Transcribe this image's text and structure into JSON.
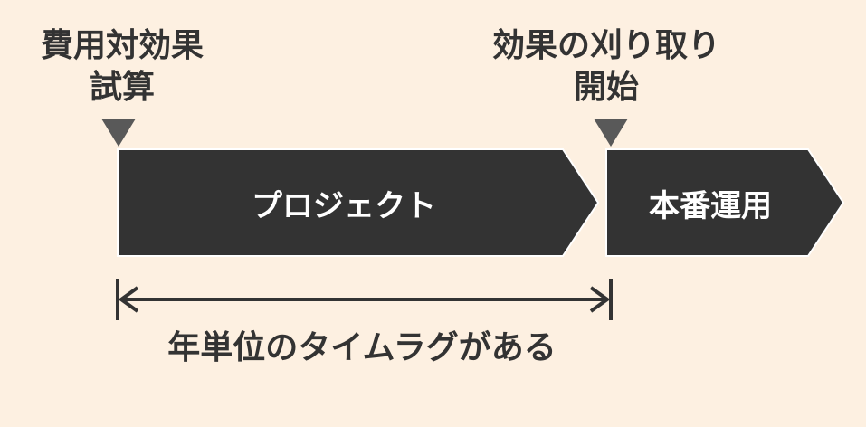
{
  "labels": {
    "cost_effect": {
      "line1": "費用対効果",
      "line2": "試算"
    },
    "harvest": {
      "line1": "効果の刈り取り",
      "line2": "開始"
    }
  },
  "phases": {
    "project": "プロジェクト",
    "operation": "本番運用"
  },
  "timelag": "年単位のタイムラグがある",
  "colors": {
    "background": "#fdf0e1",
    "shape": "#333333",
    "marker": "#595959"
  }
}
